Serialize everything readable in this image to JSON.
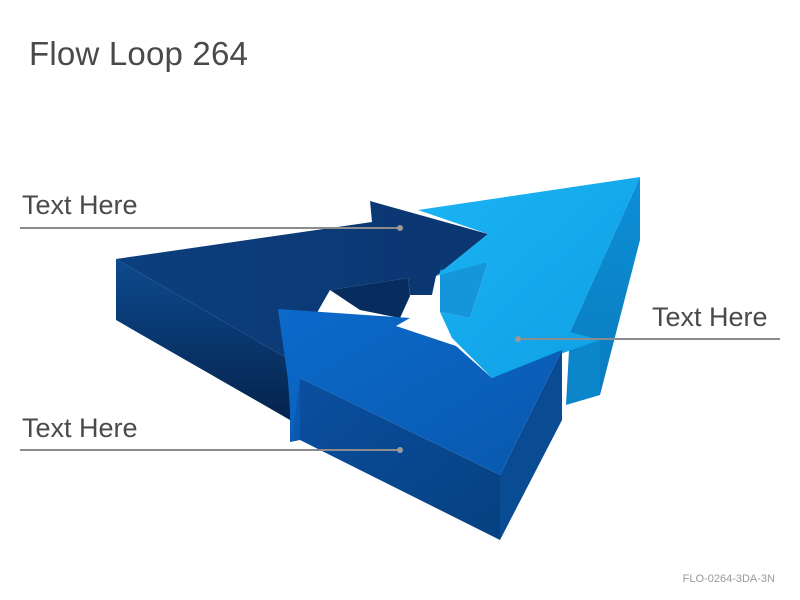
{
  "title": "Flow Loop 264",
  "labels": {
    "top": "Text Here",
    "right": "Text Here",
    "bottom": "Text Here"
  },
  "code": "FLO-0264-3DA-3N",
  "colors": {
    "arrow_dark": "#0b3a78",
    "arrow_mid": "#0a63b8",
    "arrow_light": "#12a9ee",
    "leader_line": "#8c8c8c",
    "text": "#4a4a4a"
  }
}
